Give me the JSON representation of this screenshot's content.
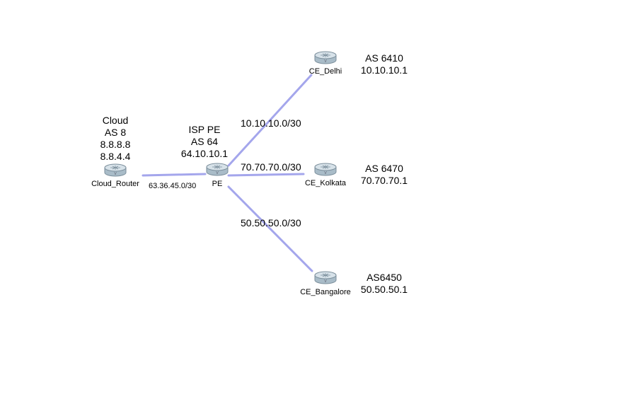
{
  "colors": {
    "link": "#a4a6ec",
    "router_body": "#a9bcc8",
    "router_top": "#d7e2e9",
    "router_stroke": "#7b8e9b"
  },
  "routers": {
    "cloud_router": {
      "name": "Cloud_Router",
      "icon": "router-icon"
    },
    "pe": {
      "name": "PE",
      "icon": "router-icon"
    },
    "ce_delhi": {
      "name": "CE_Delhi",
      "icon": "router-icon"
    },
    "ce_kolkata": {
      "name": "CE_Kolkata",
      "icon": "router-icon"
    },
    "ce_bangalore": {
      "name": "CE_Bangalore",
      "icon": "router-icon"
    }
  },
  "notes": {
    "cloud": [
      "Cloud",
      "AS 8",
      "8.8.8.8",
      "8.8.4.4"
    ],
    "isp_pe": [
      "ISP PE",
      "AS 64",
      "64.10.10.1"
    ],
    "delhi": [
      "AS 6410",
      "10.10.10.1"
    ],
    "kolkata": [
      "AS 6470",
      "70.70.70.1"
    ],
    "bangalore": [
      "AS6450",
      "50.50.50.1"
    ]
  },
  "links": {
    "cloud_pe": "63.36.45.0/30",
    "pe_delhi": "10.10.10.0/30",
    "pe_kolkata": "70.70.70.0/30",
    "pe_bangalore": "50.50.50.0/30"
  }
}
